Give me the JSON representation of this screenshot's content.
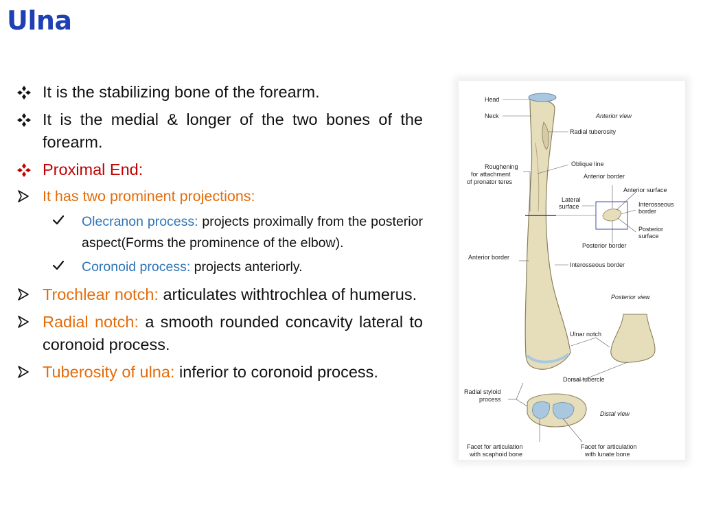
{
  "title": "Ulna",
  "items": [
    {
      "text": "It is the stabilizing bone of the forearm."
    },
    {
      "text": "It is the medial & longer of the two bones of the forearm."
    },
    {
      "heading": "Proximal End:"
    },
    {
      "heading": "It has two prominent projections:"
    },
    {
      "term": "Olecranon process:",
      "text": " projects  proximally from the posterior aspect(Forms the prominence of the elbow)."
    },
    {
      "term": "Coronoid process:",
      "text": " projects anteriorly."
    },
    {
      "term": "Trochlear notch:",
      "text": " articulates withtrochlea of humerus."
    },
    {
      "term": "Radial notch:",
      "text": " a smooth rounded concavity lateral to coronoid process."
    },
    {
      "term": "Tuberosity of ulna:",
      "text": " inferior to coronoid process."
    }
  ],
  "figure": {
    "labels": {
      "head": "Head",
      "neck": "Neck",
      "anterior_view": "Anterior view",
      "radial_tuberosity": "Radial tuberosity",
      "roughening_1": "Roughening",
      "roughening_2": "for attachment",
      "roughening_3": "of pronator teres",
      "oblique_line": "Oblique line",
      "anterior_border_top": "Anterior border",
      "anterior_surface": "Anterior surface",
      "lateral_surface_1": "Lateral",
      "lateral_surface_2": "surface",
      "interosseous_border_box_1": "Interosseous",
      "interosseous_border_box_2": "border",
      "posterior_surface_1": "Posterior",
      "posterior_surface_2": "surface",
      "posterior_border": "Posterior border",
      "anterior_border_left": "Anterior border",
      "interosseous_border": "Interosseous border",
      "posterior_view": "Posterior view",
      "ulnar_notch": "Ulnar notch",
      "dorsal_tubercle": "Dorsal tubercle",
      "radial_styloid_1": "Radial styloid",
      "radial_styloid_2": "process",
      "distal_view": "Distal view",
      "facet_scaphoid_1": "Facet for articulation",
      "facet_scaphoid_2": "with scaphoid bone",
      "facet_lunate_1": "Facet for articulation",
      "facet_lunate_2": "with lunate bone"
    }
  },
  "colors": {
    "title": "#1f3fb4",
    "red": "#c00000",
    "orange": "#e36c0a",
    "blue": "#2e74b5",
    "bone": "#e6ddbb",
    "cartilage": "#a9c8e0"
  }
}
